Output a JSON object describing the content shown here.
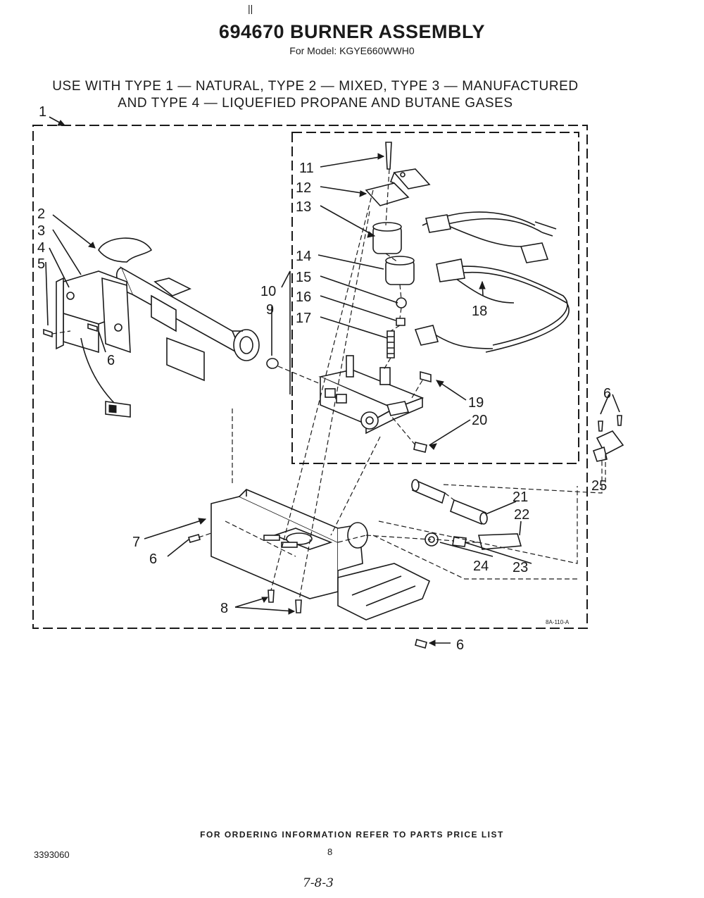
{
  "header": {
    "mark": "||",
    "title": "694670 BURNER ASSEMBLY",
    "subtitle": "For Model: KGYE660WWH0"
  },
  "usage": {
    "line1": "USE WITH TYPE 1 — NATURAL, TYPE 2 — MIXED, TYPE 3 — MANUFACTURED",
    "line2": "AND TYPE 4 — LIQUEFIED PROPANE AND BUTANE GASES"
  },
  "callouts": {
    "c1": "1",
    "c2": "2",
    "c3": "3",
    "c4": "4",
    "c5": "5",
    "c6a": "6",
    "c6b": "6",
    "c6c": "6",
    "c6d": "6",
    "c7": "7",
    "c8": "8",
    "c9": "9",
    "c10": "10",
    "c11": "11",
    "c12": "12",
    "c13": "13",
    "c14": "14",
    "c15": "15",
    "c16": "16",
    "c17": "17",
    "c18": "18",
    "c19": "19",
    "c20": "20",
    "c21": "21",
    "c22": "22",
    "c23": "23",
    "c24": "24",
    "c25": "25"
  },
  "figure_code": "8A-110-A",
  "footer": {
    "ordering": "FOR ORDERING INFORMATION REFER TO PARTS PRICE LIST",
    "doc_number": "3393060",
    "page_number": "8",
    "handwritten": "7-8-3"
  }
}
